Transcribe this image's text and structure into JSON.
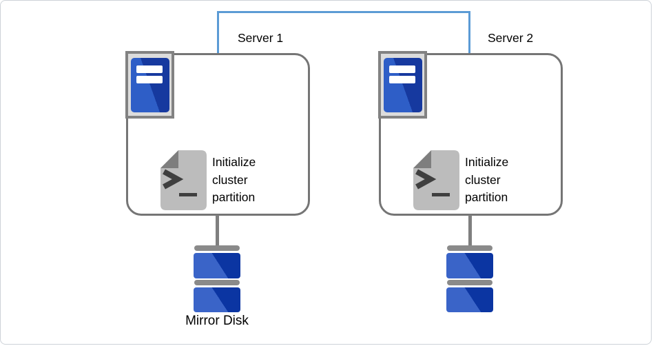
{
  "diagram": {
    "type": "cluster-architecture-diagram",
    "interconnect": {
      "name": "server-interconnect-link",
      "color": "#5b9bd5"
    },
    "servers": [
      {
        "label": "Server 1",
        "step_label": "Initialize\ncluster\npartition"
      },
      {
        "label": "Server 2",
        "step_label": "Initialize\ncluster\npartition"
      }
    ],
    "mirror_disk_label": "Mirror Disk",
    "icons": {
      "server": "server-tower-icon",
      "script": "terminal-script-icon",
      "disk": "disk-stack-icon"
    },
    "colors": {
      "box_border": "#757575",
      "interconnect_blue": "#5b9bd5",
      "server_icon_blue_light": "#2e5ec7",
      "server_icon_blue_dark": "#16399f",
      "disk_blue_light": "#3a64c8",
      "disk_blue_dark": "#0b35a2",
      "icon_gray": "#8a8a8a",
      "script_page_gray": "#bcbcbc",
      "script_fold_gray": "#7e7e7e"
    }
  }
}
